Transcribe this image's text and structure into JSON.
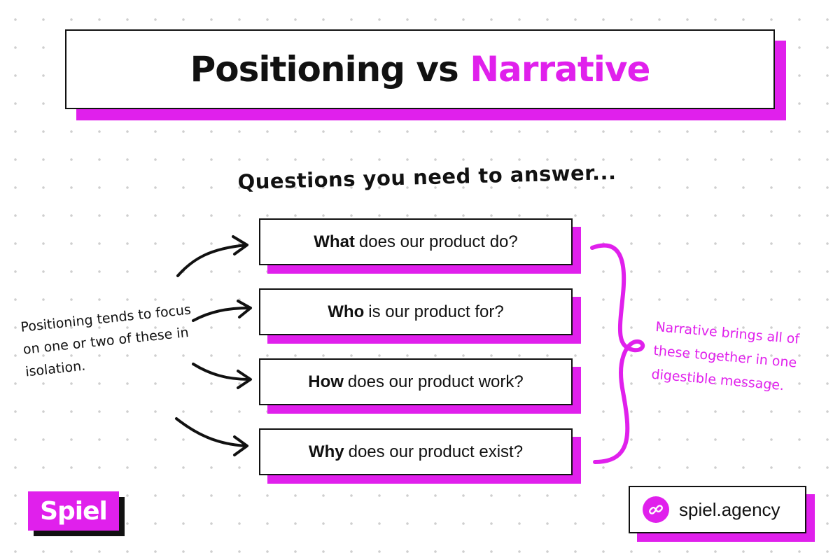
{
  "title": {
    "main": "Positioning vs",
    "accent": "Narrative"
  },
  "subtitle": "Questions you need to answer...",
  "questions": [
    {
      "bold": "What",
      "rest": "does our product do?"
    },
    {
      "bold": "Who",
      "rest": "is our product for?"
    },
    {
      "bold": "How",
      "rest": "does our product work?"
    },
    {
      "bold": "Why",
      "rest": "does our product exist?"
    }
  ],
  "left_note": "Positioning tends to focus on one or two of these in isolation.",
  "right_note": "Narrative brings all of these together in one digestible message.",
  "brand": {
    "logo": "Spiel",
    "website": "spiel.agency",
    "link_icon": "link-icon"
  },
  "colors": {
    "accent": "#e020ec",
    "ink": "#111111",
    "background": "#ffffff"
  }
}
